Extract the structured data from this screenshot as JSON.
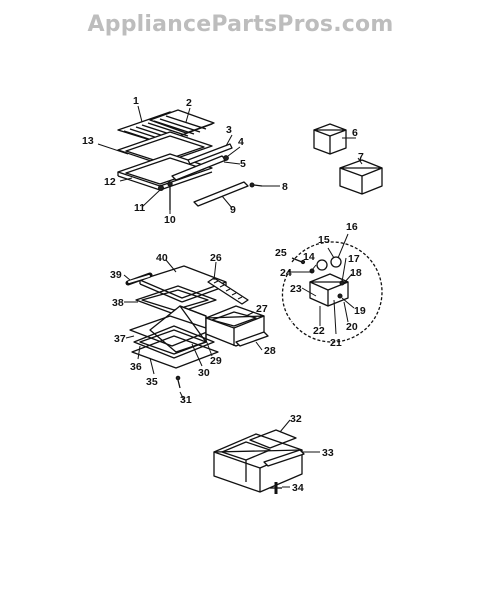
{
  "watermark": "AppliancePartsPros.com",
  "callouts": {
    "c1": "1",
    "c2": "2",
    "c3": "3",
    "c4": "4",
    "c5": "5",
    "c6": "6",
    "c7": "7",
    "c8": "8",
    "c9": "9",
    "c10": "10",
    "c11": "11",
    "c12": "12",
    "c13": "13",
    "c14": "14",
    "c15": "15",
    "c16": "16",
    "c17": "17",
    "c18": "18",
    "c19": "19",
    "c20": "20",
    "c21": "21",
    "c22": "22",
    "c23": "23",
    "c24": "24",
    "c25": "25",
    "c26": "26",
    "c27": "27",
    "c28": "28",
    "c29": "29",
    "c30": "30",
    "c31": "31",
    "c32": "32",
    "c33": "33",
    "c34": "34",
    "c35": "35",
    "c36": "36",
    "c37": "37",
    "c38": "38",
    "c39": "39",
    "c40": "40"
  }
}
